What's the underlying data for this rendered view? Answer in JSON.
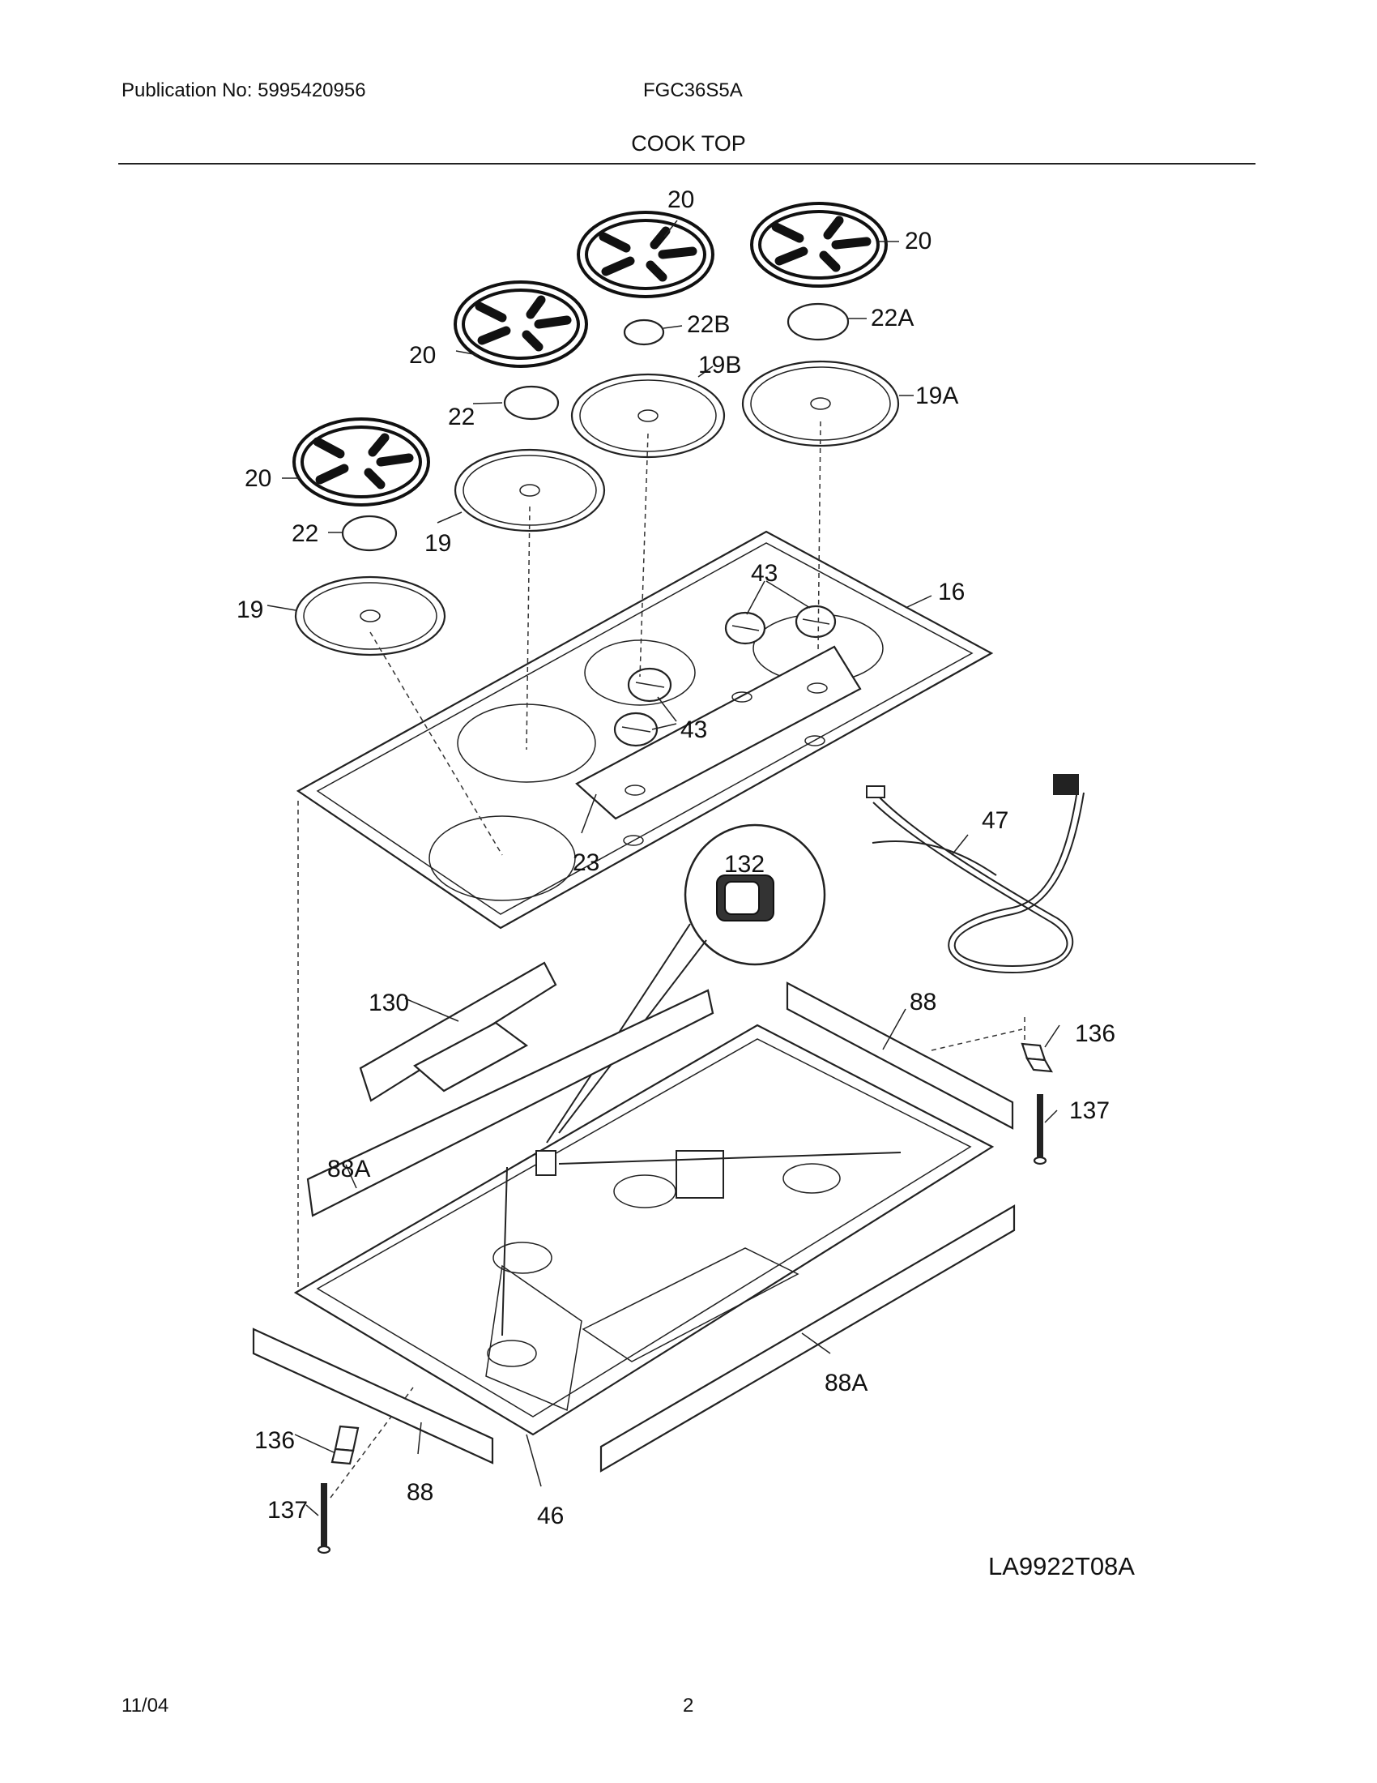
{
  "header": {
    "publication": "Publication No: 5995420956",
    "model": "FGC36S5A",
    "section_title": "COOK TOP"
  },
  "footer": {
    "date": "11/04",
    "page": "2"
  },
  "diagram": {
    "code": "LA9922T08A",
    "callouts": {
      "grate_1": "20",
      "grate_2": "20",
      "grate_3": "20",
      "grate_4": "20",
      "cap_22b": "22B",
      "cap_22a": "22A",
      "head_19b": "19B",
      "head_19a": "19A",
      "cap_22_top": "22",
      "cap_22_low": "22",
      "head_19_mid": "19",
      "head_19_low": "19",
      "knob_43_top": "43",
      "knob_43_low": "43",
      "cooktop_16": "16",
      "plate_23": "23",
      "cord_47": "47",
      "part_132": "132",
      "shield_130": "130",
      "trim_88_right": "88",
      "trim_88a_left": "88A",
      "trim_88a_right": "88A",
      "trim_88_bottom": "88",
      "bracket_136_right": "136",
      "bracket_136_left": "136",
      "screw_137_right": "137",
      "screw_137_left": "137",
      "box_46": "46"
    }
  }
}
